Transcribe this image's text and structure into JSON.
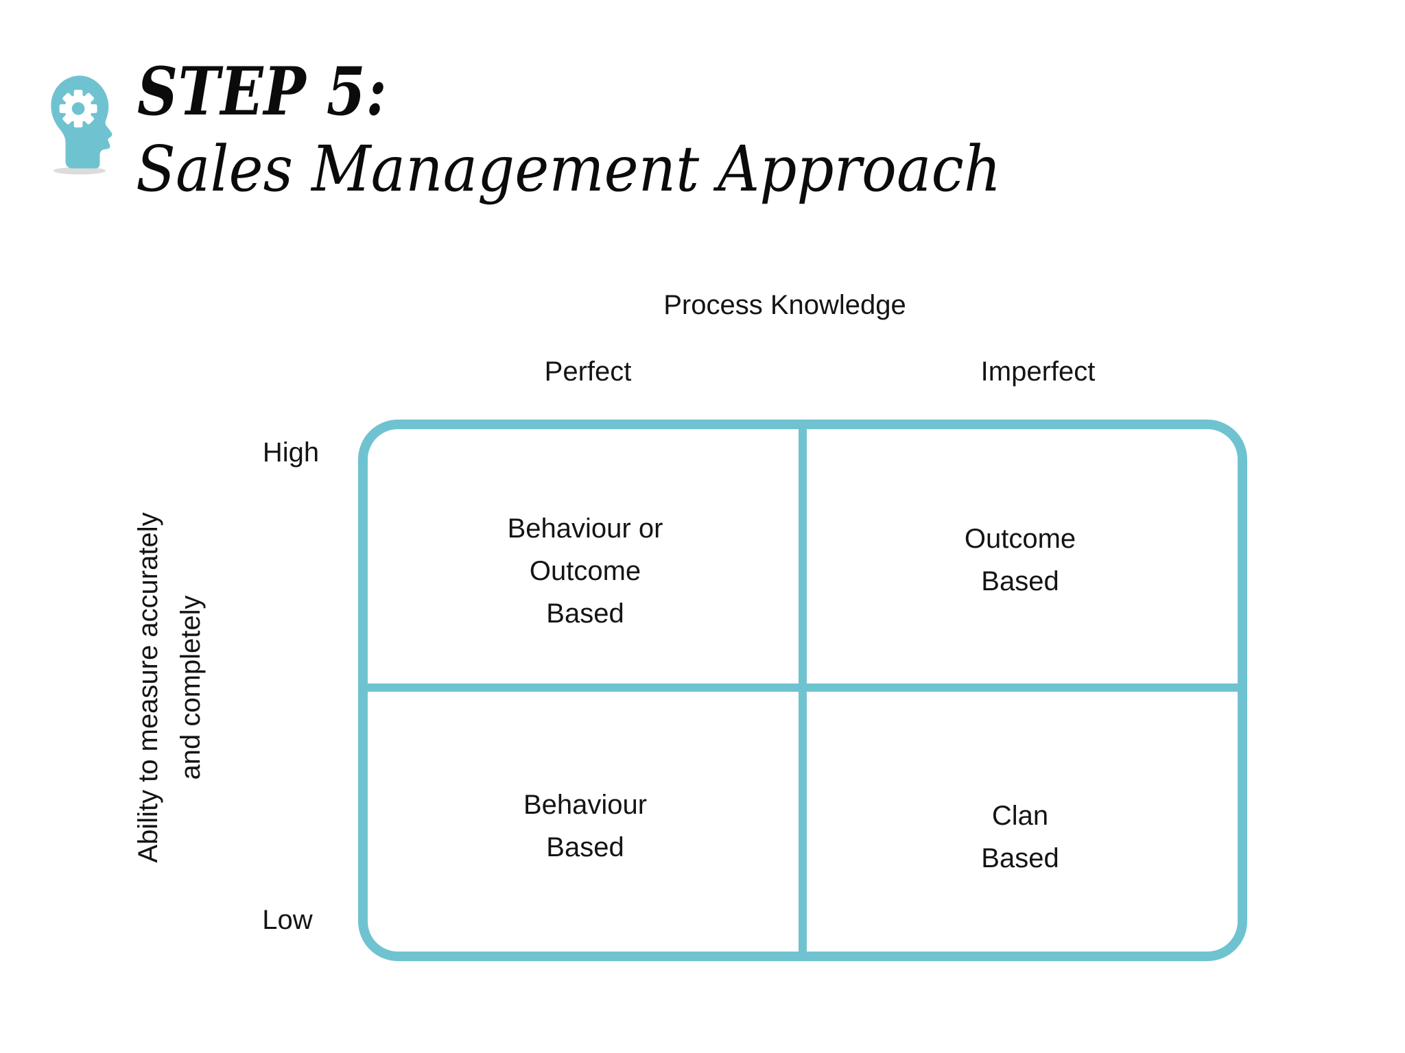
{
  "header": {
    "step_label": "STEP 5:",
    "title": "Sales Management Approach",
    "icon": "head-with-gear-icon"
  },
  "matrix": {
    "x_axis": {
      "title": "Process Knowledge",
      "columns": [
        "Perfect",
        "Imperfect"
      ]
    },
    "y_axis": {
      "title_lines": [
        "Ability to measure accurately",
        "and completely"
      ],
      "rows": [
        "High",
        "Low"
      ]
    },
    "quadrants": {
      "top_left": {
        "lines": [
          "Behaviour or",
          "Outcome",
          "Based"
        ]
      },
      "top_right": {
        "lines": [
          "Outcome",
          "Based"
        ]
      },
      "bottom_left": {
        "lines": [
          "Behaviour",
          "Based"
        ]
      },
      "bottom_right": {
        "lines": [
          "Clan",
          "Based"
        ]
      }
    }
  },
  "colors": {
    "accent_teal": "#6FC3D0",
    "text": "#141414",
    "icon_shadow": "#DCDCDC",
    "background": "#FFFFFF"
  }
}
